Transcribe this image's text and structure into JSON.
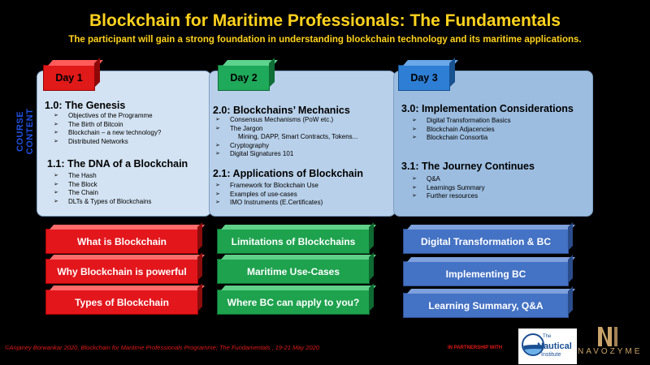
{
  "header": {
    "title": "Blockchain for Maritime Professionals: The Fundamentals",
    "subtitle": "The participant  will gain a strong foundation  in understanding  blockchain  technology and its maritime applications."
  },
  "side_label": "COURSE CONTENT",
  "days": [
    {
      "label": "Day 1",
      "sections": [
        {
          "title": "1.0: The Genesis",
          "items": [
            "Objectives of the Programme",
            "The Birth  of Bitcoin",
            "Blockchain  – a new technology?",
            "Distributed  Networks"
          ]
        },
        {
          "title": "1.1: The DNA of a Blockchain",
          "items": [
            "The Hash",
            "The Block",
            "The Chain",
            "DLTs & Types of Blockchains"
          ]
        }
      ],
      "buttons": [
        "What is Blockchain",
        "Why Blockchain is powerful",
        "Types of Blockchain"
      ]
    },
    {
      "label": "Day 2",
      "sections": [
        {
          "title": "2.0: Blockchains’ Mechanics",
          "items": [
            "Consensus Mechanisms (PoW etc.)",
            "The Jargon",
            "Mining, DAPP, Smart Contracts,  Tokens...",
            "Cryptography",
            "Digital Signatures 101"
          ]
        },
        {
          "title": "2.1: Applications of Blockchain",
          "items": [
            "Framework for Blockchain  Use",
            "Examples of use-cases",
            "IMO Instruments (E.Certificates)"
          ]
        }
      ],
      "buttons": [
        "Limitations of Blockchains",
        "Maritime Use-Cases",
        "Where BC can apply to you?"
      ]
    },
    {
      "label": "Day 3",
      "sections": [
        {
          "title": "3.0: Implementation Considerations",
          "items": [
            "Digital Transformation  Basics",
            "Blockchain  Adjacencies",
            "Blockchain  Consortia"
          ]
        },
        {
          "title": "3.1: The Journey Continues",
          "items": [
            "Q&A",
            "Learnings  Summary",
            "Further resources"
          ]
        }
      ],
      "buttons": [
        "Digital Transformation  & BC",
        "Implementing BC",
        "Learning Summary, Q&A"
      ]
    }
  ],
  "footer": {
    "copyright": "©Anjaney Borwankar 2020, Blockchain for Maritime Professionals Programme; The Fundamentals , 19-21 May 2020",
    "partnership": "IN PARTNERSHIP WITH",
    "partner1": {
      "line1": "The",
      "line2": "Nautical",
      "line3": "Institute"
    },
    "partner2": "NAVOZYME"
  },
  "colors": {
    "title": "#ffd21e",
    "day1": "#e01919",
    "day2": "#1fa95a",
    "day3": "#2d7ed4",
    "footer": "#e11a1a"
  }
}
